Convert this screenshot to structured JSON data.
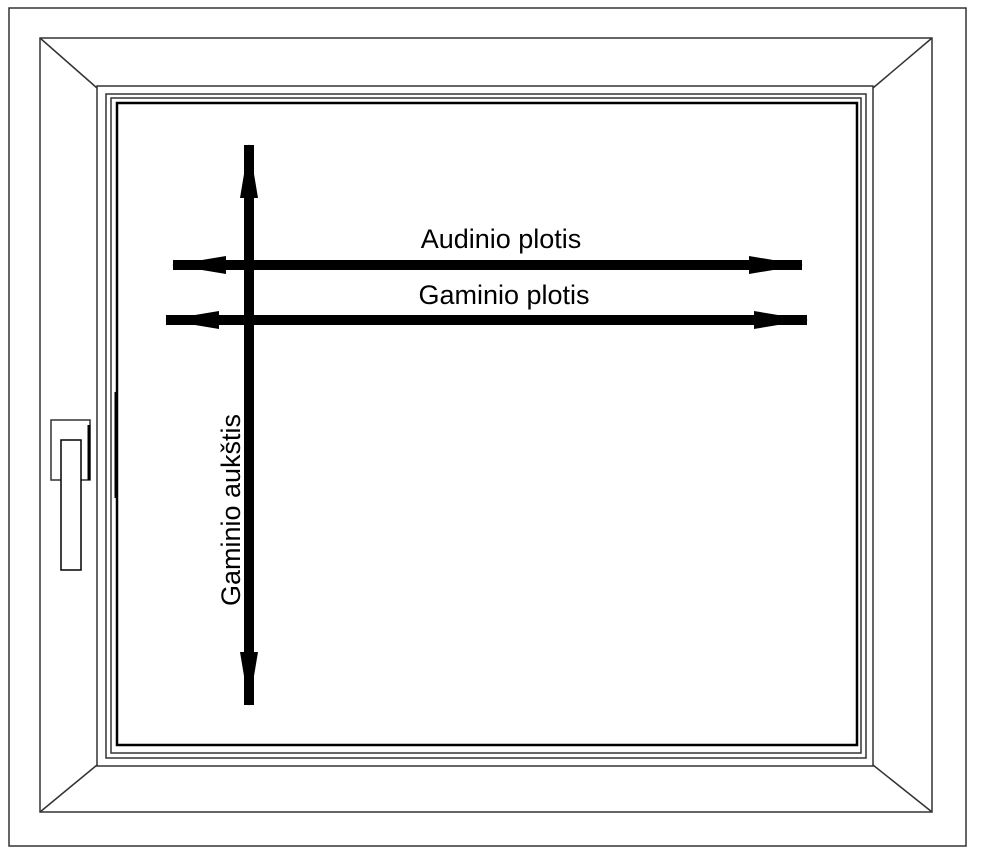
{
  "diagram": {
    "labels": {
      "fabric_width": "Audinio plotis",
      "product_width": "Gaminio plotis",
      "product_height": "Gaminio aukštis"
    },
    "colors": {
      "line": "#000000",
      "frame_stroke": "#333333",
      "background": "#ffffff"
    }
  }
}
